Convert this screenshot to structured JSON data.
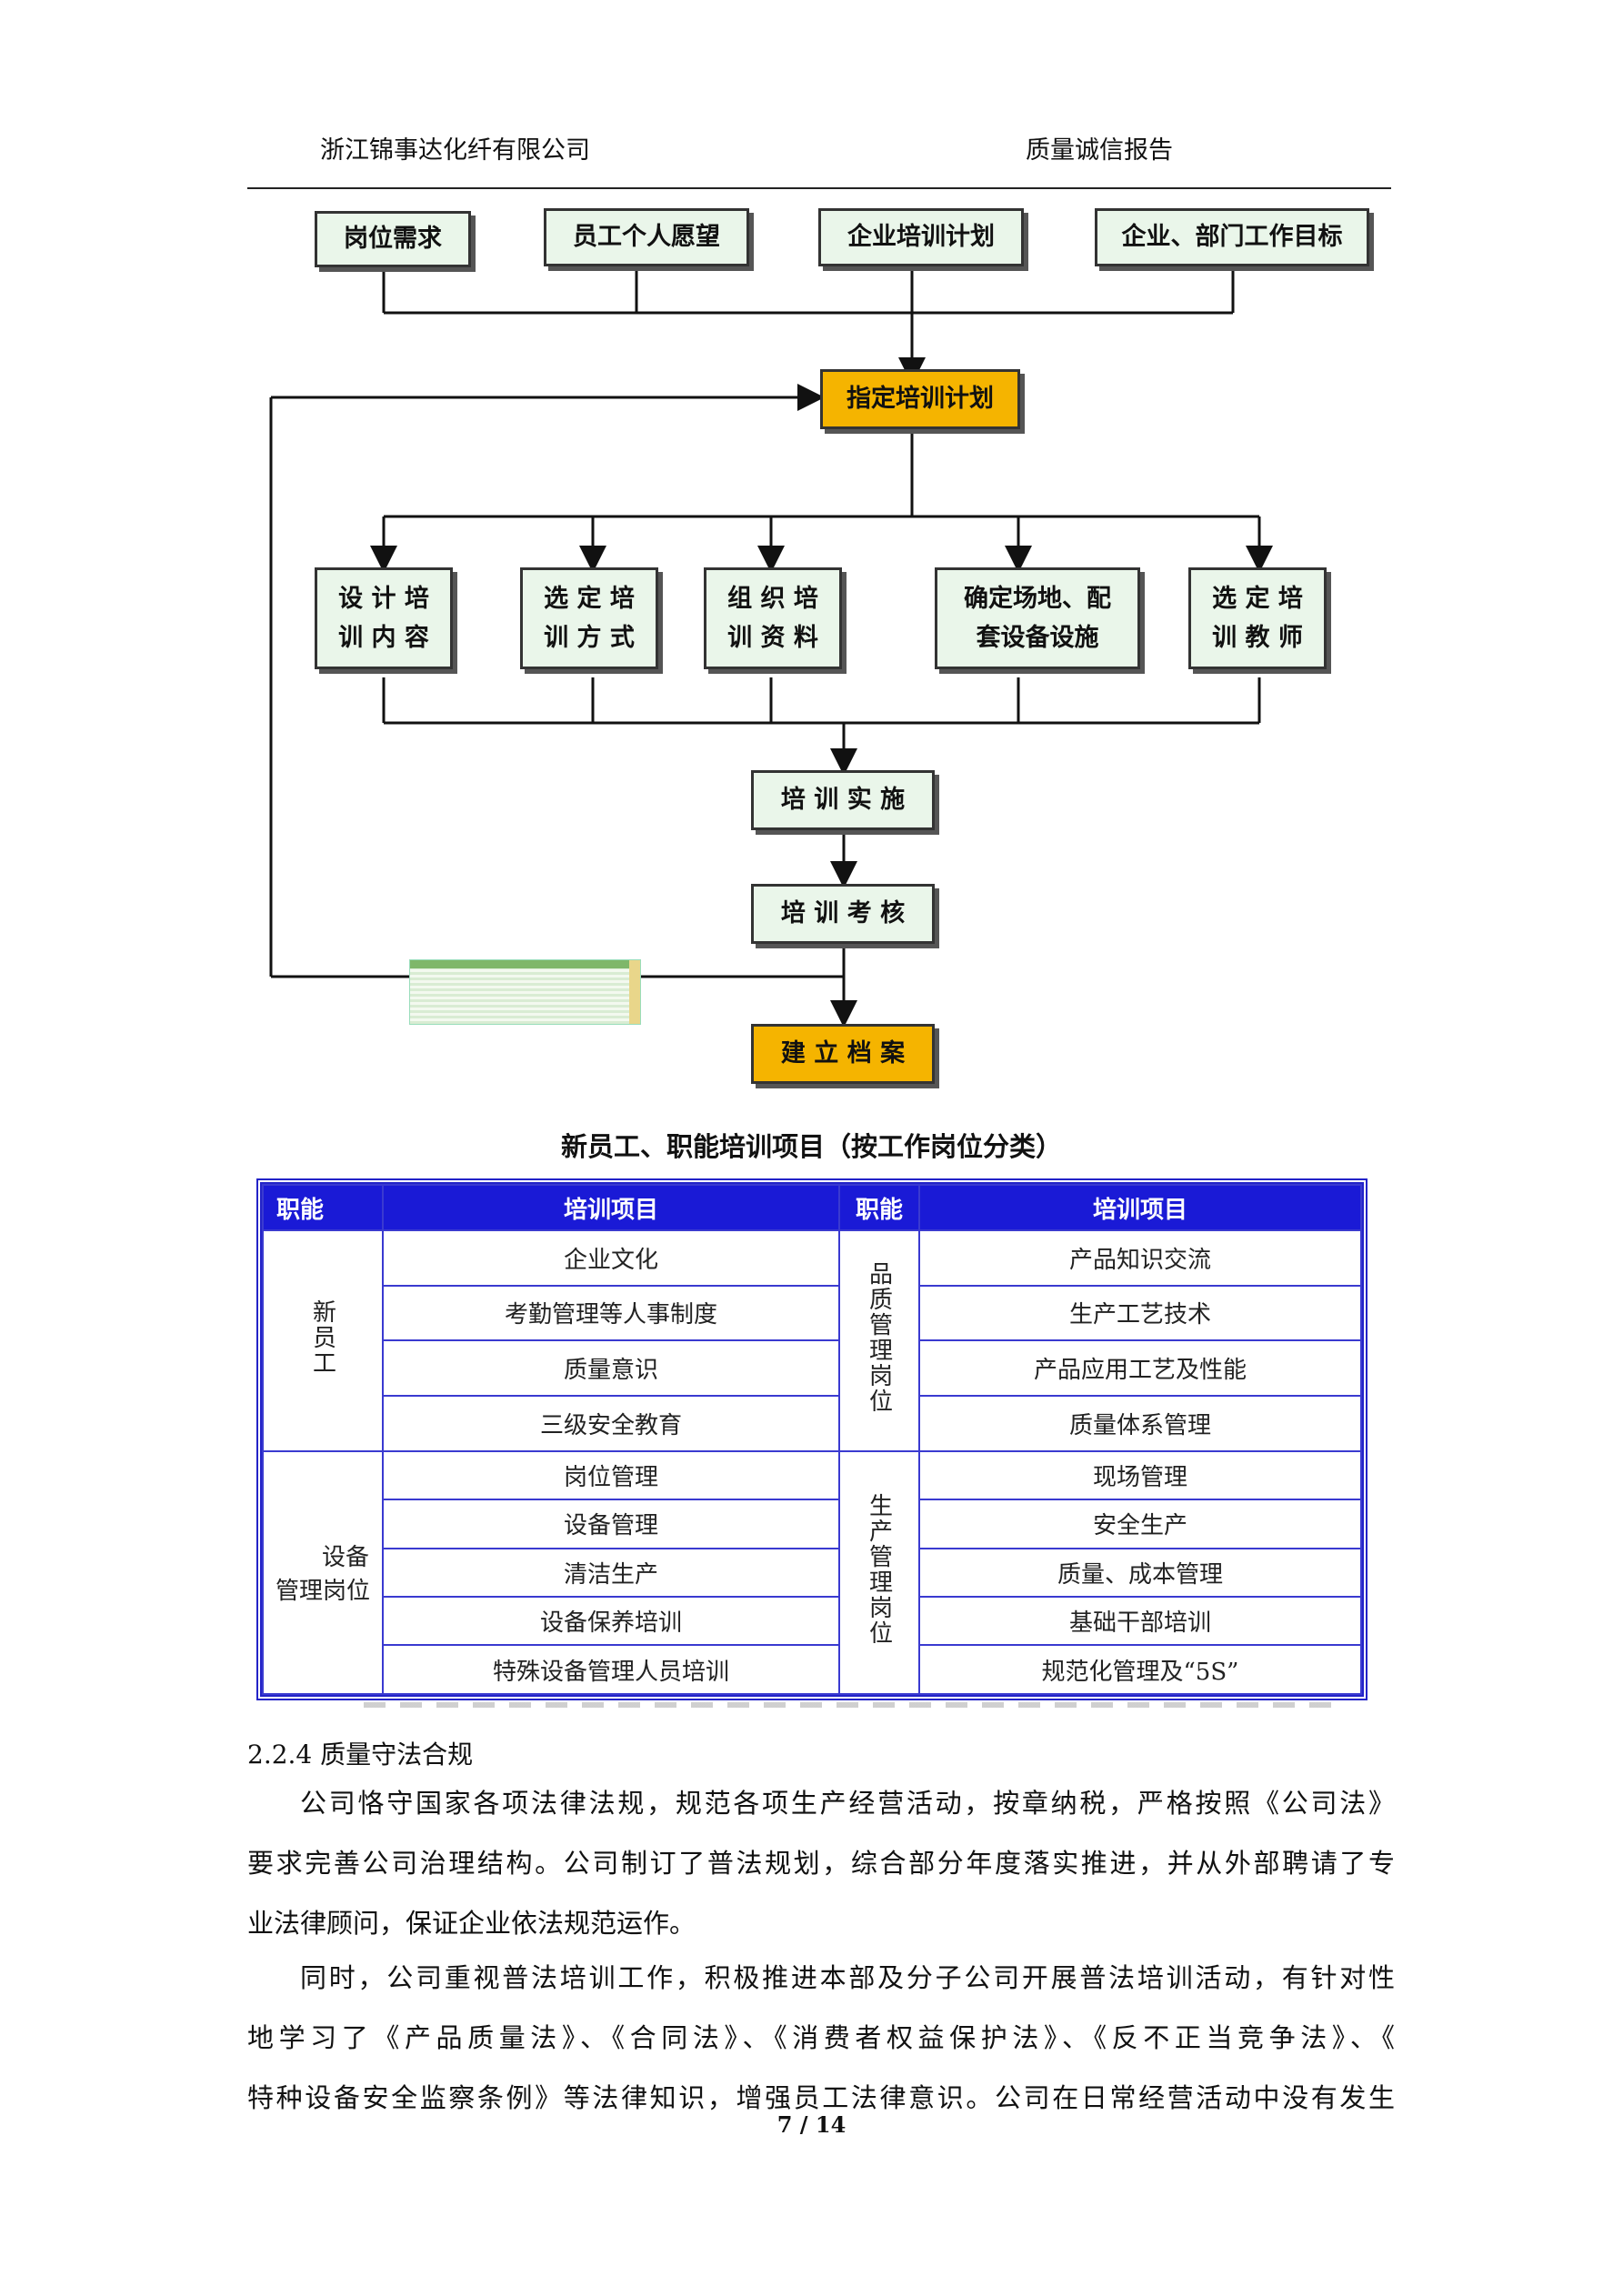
{
  "header": {
    "company": "浙江锦事达化纤有限公司",
    "report": "质量诚信报告"
  },
  "flowchart": {
    "inputs": [
      "岗位需求",
      "员工个人愿望",
      "企业培训计划",
      "企业、部门工作目标"
    ],
    "plan": "指定培训计划",
    "prep": [
      "设 计 培\n训 内 容",
      "选 定 培\n训 方 式",
      "组 织 培\n训 资 料",
      "确定场地、配\n套设备设施",
      "选 定 培\n训 教 师"
    ],
    "implement": "培 训 实 施",
    "assess": "培 训 考 核",
    "archive": "建 立 档 案"
  },
  "caption": "新员工、职能培训项目（按工作岗位分类）",
  "table": {
    "headers": [
      "职能",
      "培训项目",
      "职能",
      "培训项目"
    ],
    "groups": [
      {
        "left_role": "新员工",
        "right_role": "品质管理岗位",
        "rows": [
          [
            "企业文化",
            "产品知识交流"
          ],
          [
            "考勤管理等人事制度",
            "生产工艺技术"
          ],
          [
            "质量意识",
            "产品应用工艺及性能"
          ],
          [
            "三级安全教育",
            "质量体系管理"
          ]
        ]
      },
      {
        "left_role_1": "设备",
        "left_role_2": "管理岗位",
        "right_role": "生产管理岗位",
        "rows": [
          [
            "岗位管理",
            "现场管理"
          ],
          [
            "设备管理",
            "安全生产"
          ],
          [
            "清洁生产",
            "质量、成本管理"
          ],
          [
            "设备保养培训",
            "基础干部培训"
          ],
          [
            "特殊设备管理人员培训",
            "规范化管理及“5S”"
          ]
        ]
      }
    ]
  },
  "section": "2.2.4 质量守法合规",
  "para1": [
    "公司恪守国家各项法律法规，规范各项生产经营活动，按章纳税，严格按照《公司法》",
    "要求完善公司治理结构。公司制订了普法规划，综合部分年度落实推进，并从外部聘请了专",
    "业法律顾问，保证企业依法规范运作。"
  ],
  "para2": [
    "同时，公司重视普法培训工作，积极推进本部及分子公司开展普法培训活动，有针对性",
    "地学习了《产品质量法》、《合同法》、《消费者权益保护法》、《反不正当竞争法》、《",
    "特种设备安全监察条例》等法律知识，增强员工法律意识。公司在日常经营活动中没有发生"
  ],
  "page_number": "7 / 14"
}
